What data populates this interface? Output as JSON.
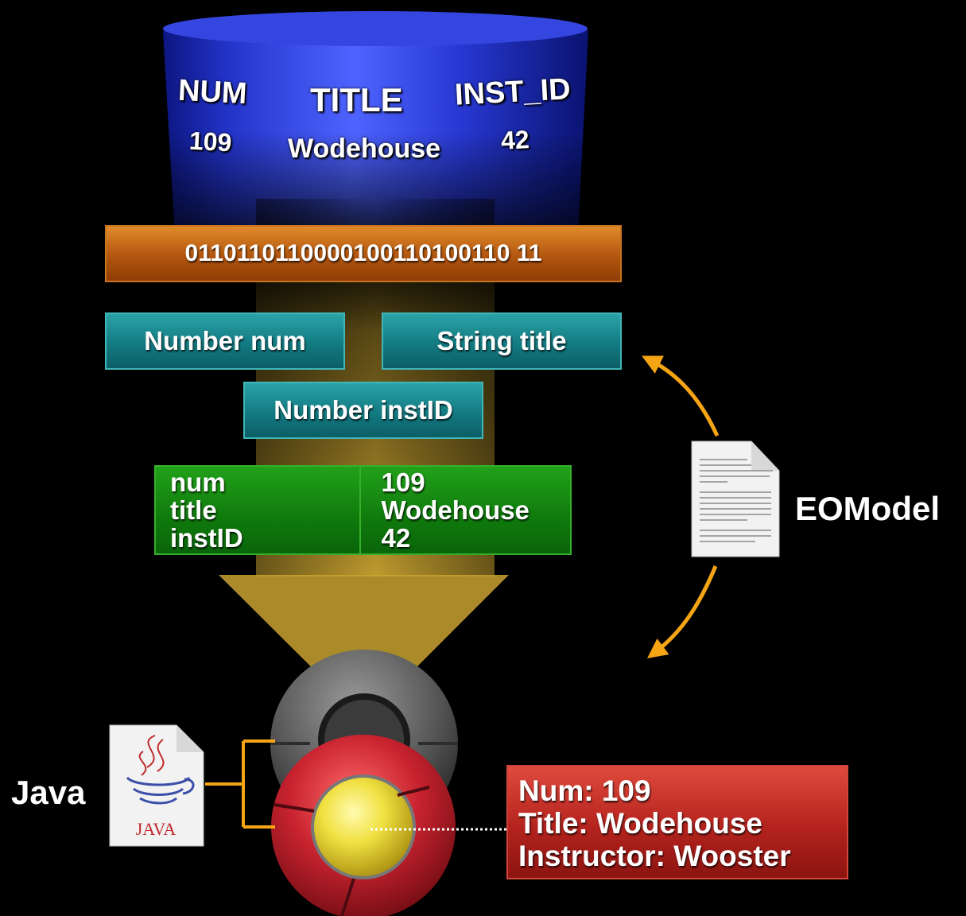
{
  "database": {
    "columns": [
      "NUM",
      "TITLE",
      "INST_ID"
    ],
    "values": [
      "109",
      "Wodehouse",
      "42"
    ]
  },
  "binary_row": "0110110110000100110100110 11",
  "attributes": {
    "number_num": "Number num",
    "string_title": "String title",
    "number_instid": "Number instID"
  },
  "record": {
    "keys": [
      "num",
      "title",
      "instID"
    ],
    "values": [
      "109",
      "Wodehouse",
      "42"
    ]
  },
  "eomodel": {
    "label": "EOModel",
    "doc_icon": "document-icon"
  },
  "java": {
    "label": "Java",
    "icon": "java-file-icon",
    "icon_text": "JAVA"
  },
  "object_card": {
    "lines": [
      "Num: 109",
      "Title: Wodehouse",
      "Instructor: Wooster"
    ]
  },
  "colors": {
    "db_blue": "#1f2fb8",
    "binary_orange": "#c8741e",
    "attr_teal": "#137b82",
    "record_green": "#0f7a0c",
    "object_red": "#b4231d",
    "arrow_orange": "#f5a414",
    "funnel_gold": "#c9a330"
  }
}
